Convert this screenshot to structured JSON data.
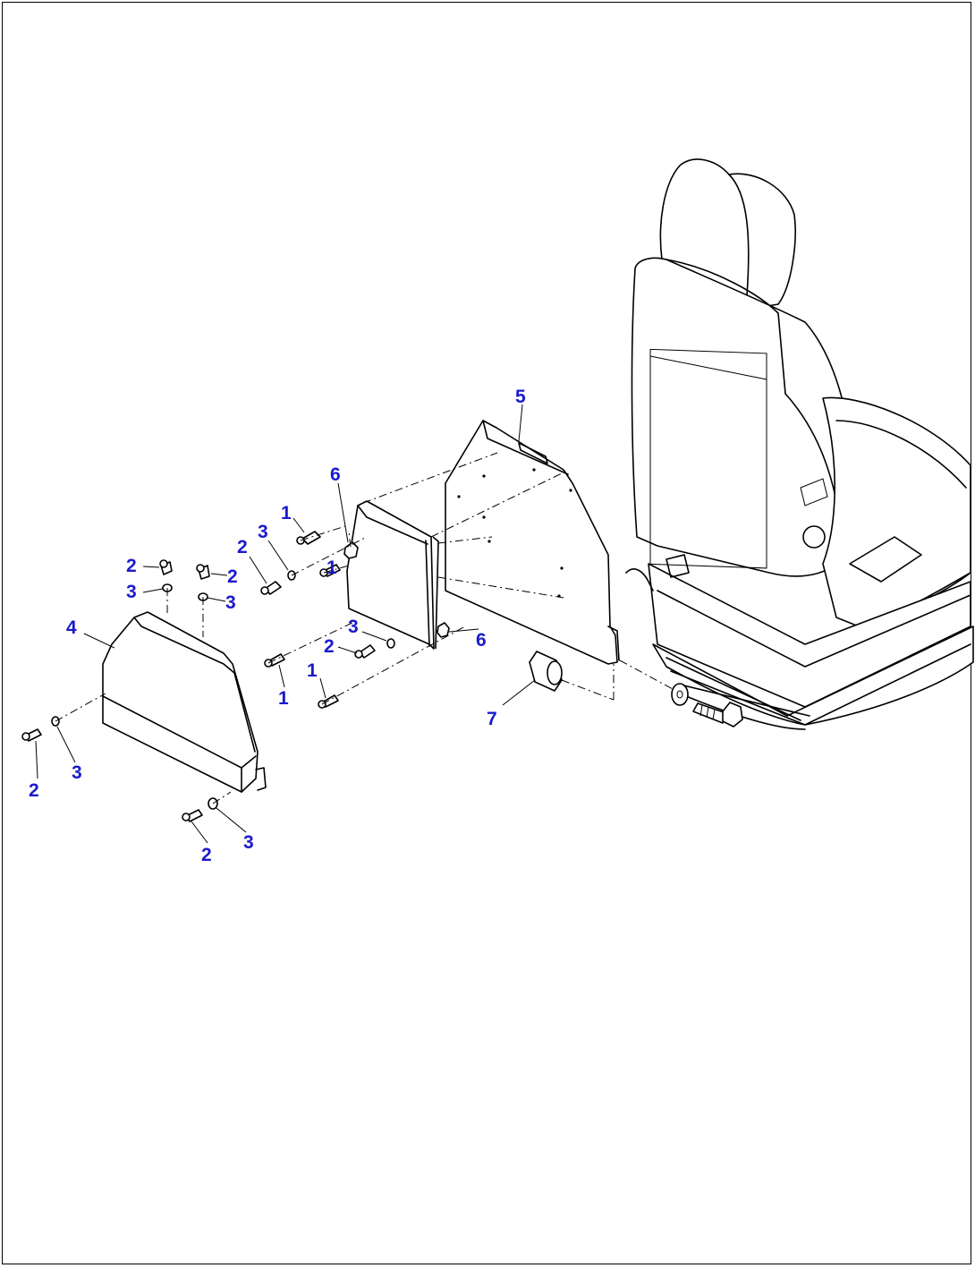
{
  "callouts": {
    "c1": "1",
    "c2": "2",
    "c3": "3",
    "c4": "4",
    "c5": "5",
    "c6": "6",
    "c7": "7"
  },
  "colors": {
    "callout": "#1a1acc",
    "line": "#000000",
    "background": "#ffffff"
  }
}
